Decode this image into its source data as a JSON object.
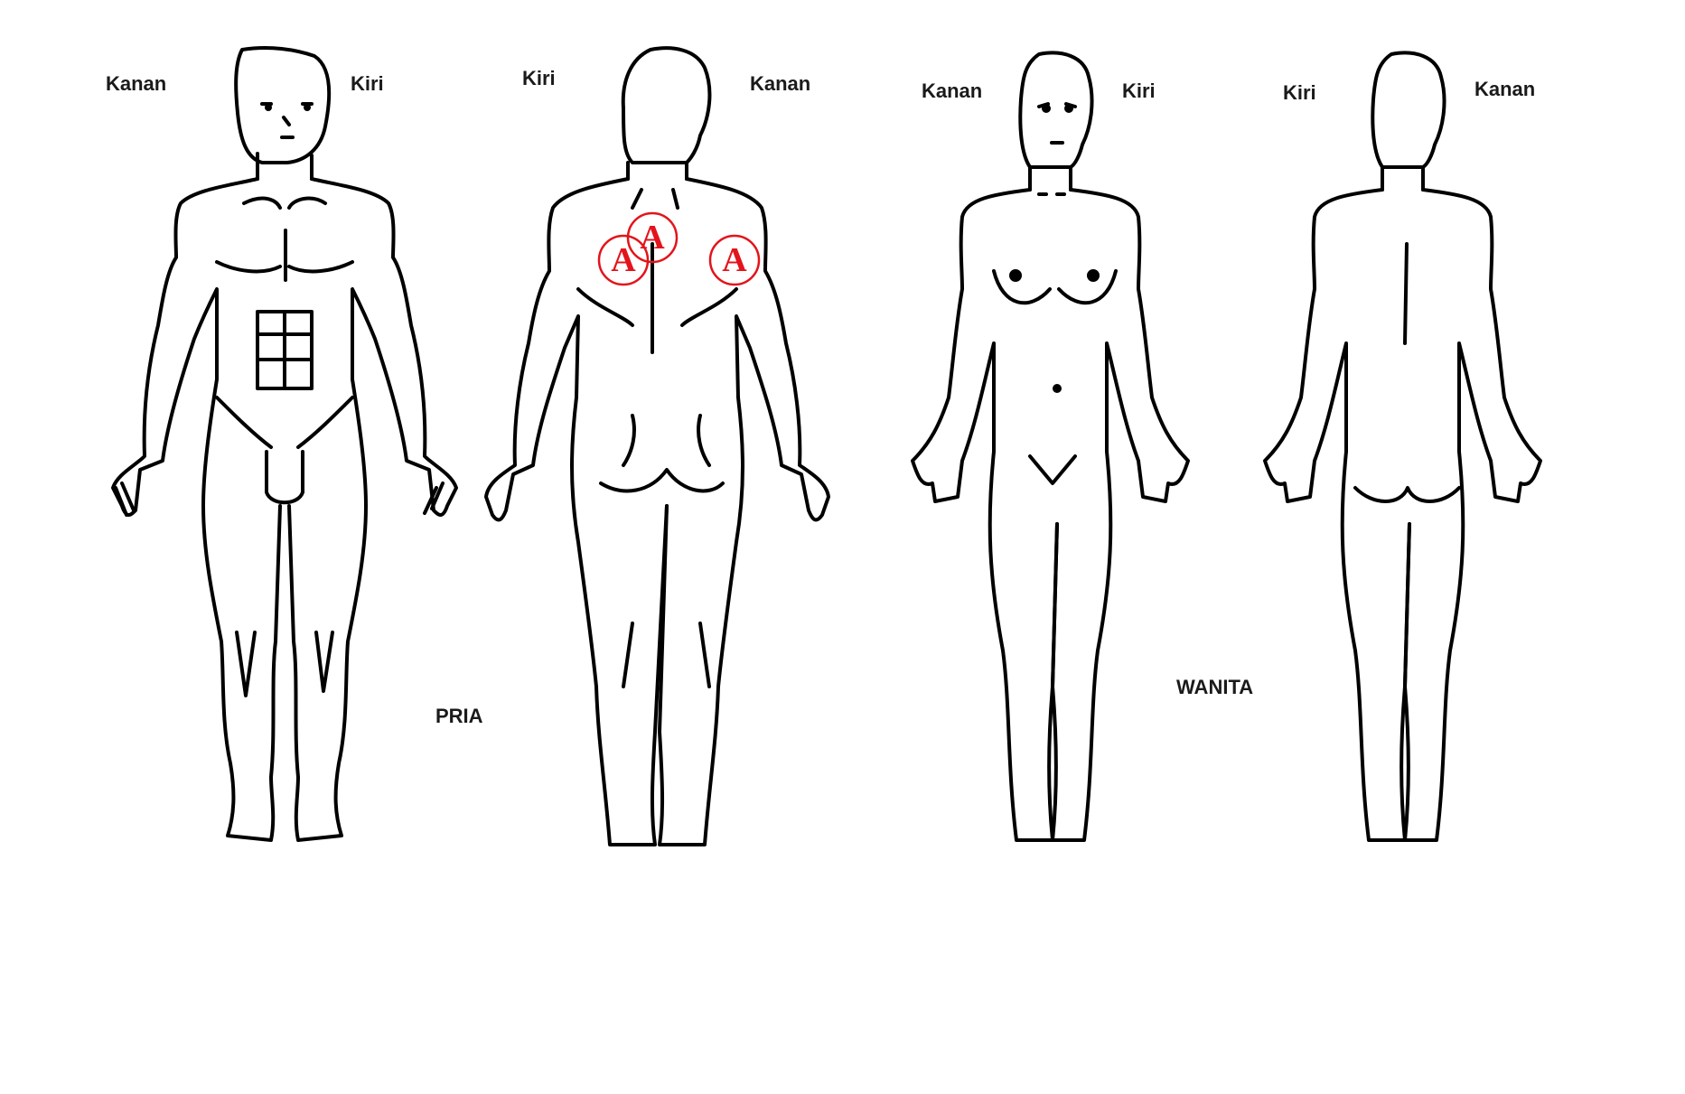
{
  "labels": {
    "male_front_right": "Kanan",
    "male_front_left": "Kiri",
    "male_back_left": "Kiri",
    "male_back_right": "Kanan",
    "female_front_right": "Kanan",
    "female_front_left": "Kiri",
    "female_back_left": "Kiri",
    "female_back_right": "Kanan",
    "male_caption": "PRIA",
    "female_caption": "WANITA"
  },
  "markers": [
    {
      "letter": "A"
    },
    {
      "letter": "A"
    },
    {
      "letter": "A"
    }
  ],
  "colors": {
    "stroke": "#000000",
    "marker": "#e3141b",
    "background": "#ffffff"
  }
}
